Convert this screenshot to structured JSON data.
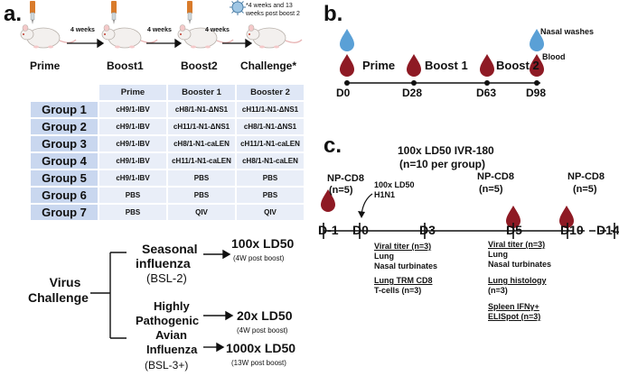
{
  "panel_a": {
    "label": "a.",
    "steps": [
      "Prime",
      "Boost1",
      "Boost2",
      "Challenge*"
    ],
    "intervals": [
      "4 weeks",
      "4 weeks",
      "4 weeks"
    ],
    "footnote_line1": "*4 weeks and 13",
    "footnote_line2": "weeks post boost 2",
    "table": {
      "headers": [
        "Prime",
        "Booster 1",
        "Booster 2"
      ],
      "rows": [
        {
          "group": "Group 1",
          "prime": "cH9/1-IBV",
          "b1": "cH8/1-N1-ΔNS1",
          "b2": "cH11/1-N1-ΔNS1"
        },
        {
          "group": "Group 2",
          "prime": "cH9/1-IBV",
          "b1": "cH11/1-N1-ΔNS1",
          "b2": "cH8/1-N1-ΔNS1"
        },
        {
          "group": "Group 3",
          "prime": "cH9/1-IBV",
          "b1": "cH8/1-N1-caLEN",
          "b2": "cH11/1-N1-caLEN"
        },
        {
          "group": "Group 4",
          "prime": "cH9/1-IBV",
          "b1": "cH11/1-N1-caLEN",
          "b2": "cH8/1-N1-caLEN"
        },
        {
          "group": "Group 5",
          "prime": "cH9/1-IBV",
          "b1": "PBS",
          "b2": "PBS"
        },
        {
          "group": "Group 6",
          "prime": "PBS",
          "b1": "PBS",
          "b2": "PBS"
        },
        {
          "group": "Group 7",
          "prime": "PBS",
          "b1": "QIV",
          "b2": "QIV"
        }
      ]
    },
    "challenge": {
      "root_line1": "Virus",
      "root_line2": "Challenge",
      "branches": [
        {
          "name_lines": [
            "Seasonal",
            "influenza"
          ],
          "bsl": "(BSL-2)",
          "dose": "100x LD50",
          "note": "(4W  post boost)"
        },
        {
          "name_lines": [
            "Highly",
            "Pathogenic",
            "Avian",
            "Influenza"
          ],
          "bsl": "(BSL-3+)",
          "dose": "20x LD50",
          "note": "(4W  post boost)"
        },
        {
          "dose": "1000x LD50",
          "note": "(13W post boost)"
        }
      ]
    }
  },
  "panel_b": {
    "label": "b.",
    "phases": [
      "Prime",
      "Boost 1",
      "Boost 2"
    ],
    "days": [
      "D0",
      "D28",
      "D63",
      "D98"
    ],
    "nasal_label": "Nasal washes",
    "blood_label": "Blood",
    "colors": {
      "blood": "#8e1a24",
      "water": "#5aa0d6"
    }
  },
  "panel_c": {
    "label": "c.",
    "title_line1": "100x LD50 IVR-180",
    "title_line2": "(n=10 per group)",
    "days": [
      "D-1",
      "D0",
      "D3",
      "D5",
      "D10",
      "D14"
    ],
    "npcd8": [
      {
        "label": "NP-CD8",
        "n": "(n=5)"
      },
      {
        "label": "NP-CD8",
        "n": "(n=5)"
      },
      {
        "label": "NP-CD8",
        "n": "(n=5)"
      }
    ],
    "infection_line1": "100x LD50",
    "infection_line2": "H1N1",
    "d3_notes": {
      "viral": "Viral titer (n=3)",
      "lung": "Lung",
      "nasal": "Nasal turbinates",
      "trm1": "Lung TRM CD8",
      "trm2": "T-cells (n=3)"
    },
    "d5_notes": {
      "viral": "Viral titer (n=3)",
      "lung": "Lung",
      "nasal": "Nasal turbinates",
      "histo1": "Lung histology",
      "histo2": "(n=3)",
      "ifn1": "Spleen IFNγ+",
      "ifn2": "ELISpot (n=3)"
    }
  }
}
